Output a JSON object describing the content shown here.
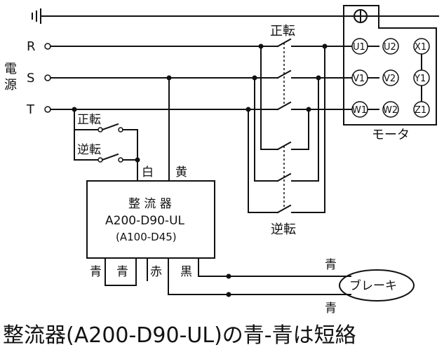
{
  "power": {
    "label_line1": "電",
    "label_line2": "源",
    "phases": [
      "R",
      "S",
      "T"
    ]
  },
  "switches": {
    "forward_top": "正転",
    "forward_left": "正転",
    "reverse_left": "逆転",
    "reverse_bottom": "逆転"
  },
  "wires": {
    "white": "白",
    "yellow": "黄",
    "blue_left": "青",
    "blue_right": "青",
    "red": "赤",
    "black": "黒",
    "brake_blue_top": "青",
    "brake_blue_bottom": "青"
  },
  "rectifier": {
    "title": "整 流 器",
    "model": "A200-D90-UL",
    "alt_model": "(A100-D45)"
  },
  "motor": {
    "label": "モータ",
    "terminals": {
      "u1": "U1",
      "u2": "U2",
      "x1": "X1",
      "v1": "V1",
      "v2": "V2",
      "y1": "Y1",
      "w1": "W1",
      "w2": "W2",
      "z1": "Z1"
    }
  },
  "brake": {
    "label": "ブレーキ"
  },
  "caption": "整流器(A200-D90-UL)の青-青は短絡"
}
